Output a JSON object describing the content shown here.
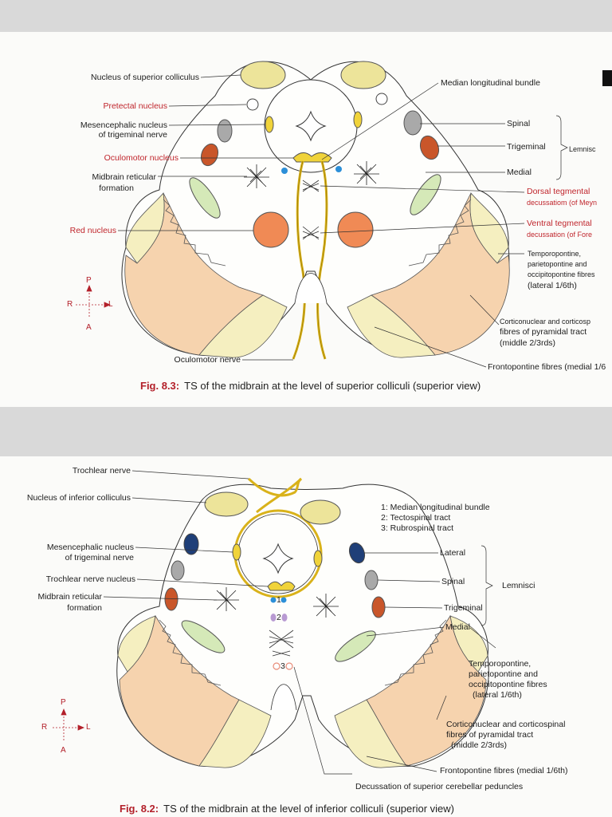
{
  "top": {
    "caption_number": "Fig. 8.3:",
    "caption_text": "TS of the midbrain at the level of superior colliculi (superior view)",
    "labels_left": {
      "superior_colliculus": "Nucleus of superior colliculus",
      "pretectal": "Pretectal nucleus",
      "mesencephalic_1": "Mesencephalic nucleus",
      "mesencephalic_2": "of trigeminal nerve",
      "oculomotor_nucleus": "Oculomotor nucleus",
      "reticular_1": "Midbrain reticular",
      "reticular_2": "formation",
      "red_nucleus": "Red nucleus",
      "oculomotor_nerve": "Oculomotor nerve"
    },
    "labels_right": {
      "mlb": "Median longitudinal bundle",
      "spinal": "Spinal",
      "trigeminal": "Trigeminal",
      "medial": "Medial",
      "lemnisci": "Lemnisc",
      "dorsal_1": "Dorsal tegmental",
      "dorsal_2": "decussatiom (of Meyn",
      "ventral_1": "Ventral tegmental",
      "ventral_2": "decussation (of Fore",
      "temporo_1": "Temporopontine,",
      "temporo_2": "parietopontine and",
      "temporo_3": "occipitopontine fibres",
      "temporo_4": "(lateral 1/6th)",
      "cortico_1": "Corticonuclear and corticosp",
      "cortico_2": "fibres of pyramidal tract",
      "cortico_3": "(middle 2/3rds)",
      "fronto": "Frontopontine fibres (medial 1/6"
    },
    "orientation": {
      "p": "P",
      "r": "R",
      "l": "L",
      "a": "A"
    }
  },
  "bottom": {
    "caption_number": "Fig. 8.2:",
    "caption_text": "TS of the midbrain at the level of inferior colliculi (superior view)",
    "labels_left": {
      "trochlear_nerve": "Trochlear nerve",
      "inferior_colliculus": "Nucleus of inferior colliculus",
      "mesencephalic_1": "Mesencephalic nucleus",
      "mesencephalic_2": "of trigeminal nerve",
      "trochlear_nucleus": "Trochlear nerve nucleus",
      "reticular_1": "Midbrain reticular",
      "reticular_2": "formation"
    },
    "key": {
      "k1": "1: Median longitudinal bundle",
      "k2": "2: Tectospinal tract",
      "k3": "3: Rubrospinal tract"
    },
    "labels_right": {
      "lateral": "Lateral",
      "spinal": "Spinal",
      "trigeminal": "Trigeminal",
      "medial": "Medial",
      "lemnisci": "Lemnisci",
      "temporo_1": "Temporopontine,",
      "temporo_2": "parietopontine and",
      "temporo_3": "occipitopontine fibres",
      "temporo_4": "(lateral 1/6th)",
      "cortico_1": "Corticonuclear and corticospinal",
      "cortico_2": "fibres of pyramidal tract",
      "cortico_3": "(middle 2/3rds)",
      "fronto": "Frontopontine fibres (medial 1/6th)",
      "decussation": "Decussation of superior cerebellar peduncles"
    },
    "tract_numbers": {
      "n1": "1",
      "n2": "2",
      "n3": "3"
    },
    "orientation": {
      "p": "P",
      "r": "R",
      "l": "L",
      "a": "A"
    }
  },
  "colors": {
    "colliculus": "#ede49a",
    "red_nucleus": "#f08a55",
    "trigeminal": "#c9562a",
    "spinal": "#a9a9a9",
    "lateral": "#1f3f78",
    "medial": "#d5e9b8",
    "crus": "#f6d3ae",
    "crus_light": "#f5efc0",
    "nerve": "#d9b21a",
    "mlb_dot": "#2c8fd8",
    "tectospinal_dot": "#b89ad2",
    "rubrospinal_dot": "#e88c78"
  }
}
